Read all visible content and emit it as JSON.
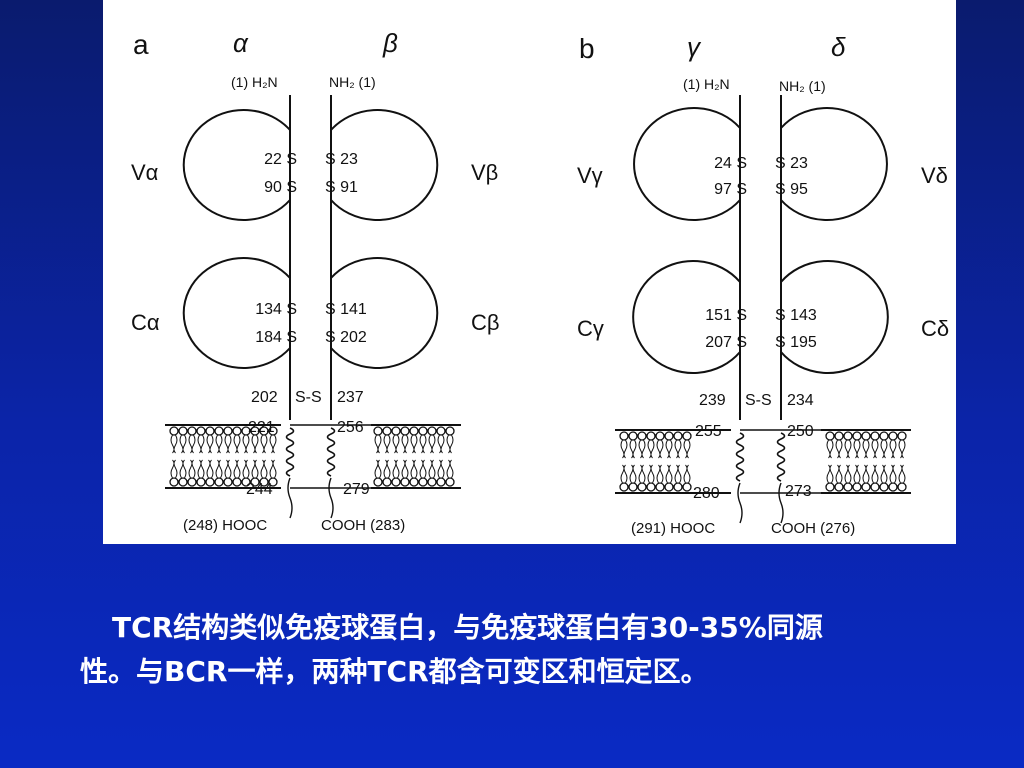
{
  "panel_a": {
    "letter": "a",
    "chain_left": "α",
    "chain_right": "β",
    "nterm_left": "(1) H₂N",
    "nterm_right": "NH₂ (1)",
    "v_left": "Vα",
    "v_right": "Vβ",
    "c_left": "Cα",
    "c_right": "Cβ",
    "v_ss_left_top": "22 S",
    "v_ss_left_bot": "90 S",
    "v_ss_right_top": "S 23",
    "v_ss_right_bot": "S 91",
    "c_ss_left_top": "134 S",
    "c_ss_left_bot": "184 S",
    "c_ss_right_top": "S 141",
    "c_ss_right_bot": "S 202",
    "interchain_left": "202",
    "interchain_mid": "S-S",
    "interchain_right": "237",
    "tm_left_top": "221",
    "tm_left_bot": "244",
    "tm_right_top": "256",
    "tm_right_bot": "279",
    "cterm_left": "(248) HOOC",
    "cterm_right": "COOH (283)"
  },
  "panel_b": {
    "letter": "b",
    "chain_left": "γ",
    "chain_right": "δ",
    "nterm_left": "(1) H₂N",
    "nterm_right": "NH₂ (1)",
    "v_left": "Vγ",
    "v_right": "Vδ",
    "c_left": "Cγ",
    "c_right": "Cδ",
    "v_ss_left_top": "24 S",
    "v_ss_left_bot": "97 S",
    "v_ss_right_top": "S 23",
    "v_ss_right_bot": "S 95",
    "c_ss_left_top": "151 S",
    "c_ss_left_bot": "207 S",
    "c_ss_right_top": "S 143",
    "c_ss_right_bot": "S 195",
    "interchain_left": "239",
    "interchain_mid": "S-S",
    "interchain_right": "234",
    "tm_left_top": "255",
    "tm_left_bot": "280",
    "tm_right_top": "250",
    "tm_right_bot": "273",
    "cterm_left": "(291) HOOC",
    "cterm_right": "COOH (276)"
  },
  "caption": {
    "line1": "TCR结构类似免疫球蛋白，与免疫球蛋白有30-35%同源",
    "line2": "性。与BCR一样，两种TCR都含可变区和恒定区。"
  }
}
